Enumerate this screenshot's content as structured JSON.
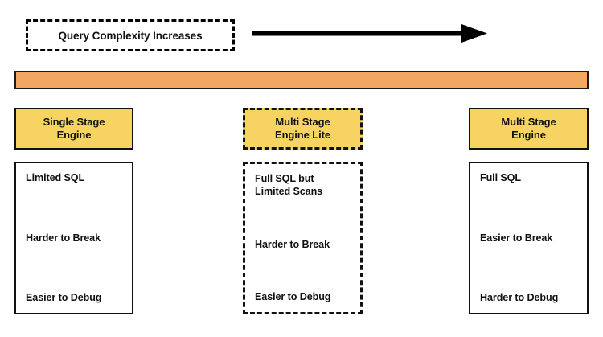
{
  "header": {
    "caption": "Query Complexity Increases",
    "arrow_icon": "right-arrow-icon"
  },
  "spectrum": {
    "color": "#F2A860",
    "label": ""
  },
  "colors": {
    "header_fill": "#F7D462",
    "spectrum_fill": "#F2A860",
    "border": "#111111",
    "body_fill": "#FFFFFF"
  },
  "columns": [
    {
      "id": "single-stage-engine",
      "title": "Single Stage\nEngine",
      "title_line1": "Single Stage",
      "title_line2": "Engine",
      "border_style": "solid",
      "features": [
        "Limited SQL",
        "Harder to Break",
        "Easier to Debug"
      ]
    },
    {
      "id": "multi-stage-engine-lite",
      "title": "Multi Stage\nEngine Lite",
      "title_line1": "Multi Stage",
      "title_line2": "Engine Lite",
      "border_style": "dashed",
      "features": [
        "Full SQL but\nLimited Scans",
        "Harder to Break",
        "Easier to Debug"
      ],
      "feature_line1": "Full SQL but",
      "feature_line2": "Limited Scans"
    },
    {
      "id": "multi-stage-engine",
      "title": "Multi Stage\nEngine",
      "title_line1": "Multi Stage",
      "title_line2": "Engine",
      "border_style": "solid",
      "features": [
        "Full SQL",
        "Easier to Break",
        "Harder to Debug"
      ]
    }
  ]
}
